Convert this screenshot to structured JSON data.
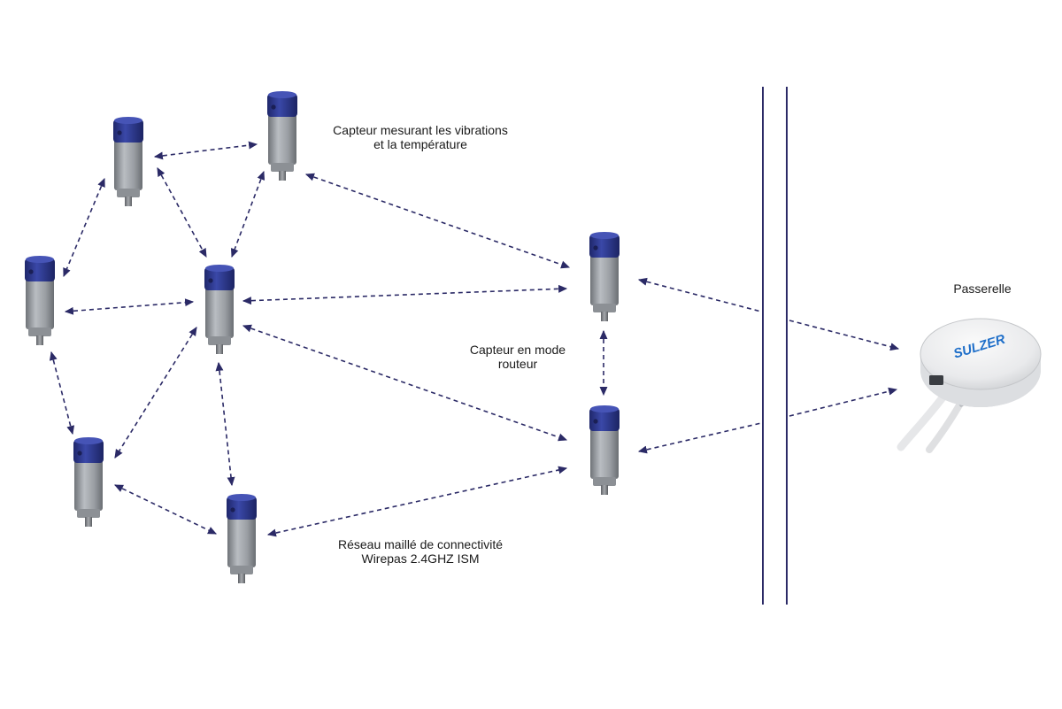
{
  "labels": {
    "sensor_vibration_line1": "Capteur mesurant les vibrations",
    "sensor_vibration_line2": "et la température",
    "router_line1": "Capteur en mode",
    "router_line2": "routeur",
    "mesh_line1": "Réseau maillé de connectivité",
    "mesh_line2": "Wirepas 2.4GHZ ISM",
    "gateway": "Passerelle"
  },
  "brand": {
    "logo_text": "SULZER"
  },
  "colors": {
    "sensor_cap": "#2e3a8c",
    "sensor_body": "#9a9ea3",
    "link_arrow": "#2b2a66",
    "wall_line": "#2b2a66",
    "logo": "#1f6fc9"
  }
}
